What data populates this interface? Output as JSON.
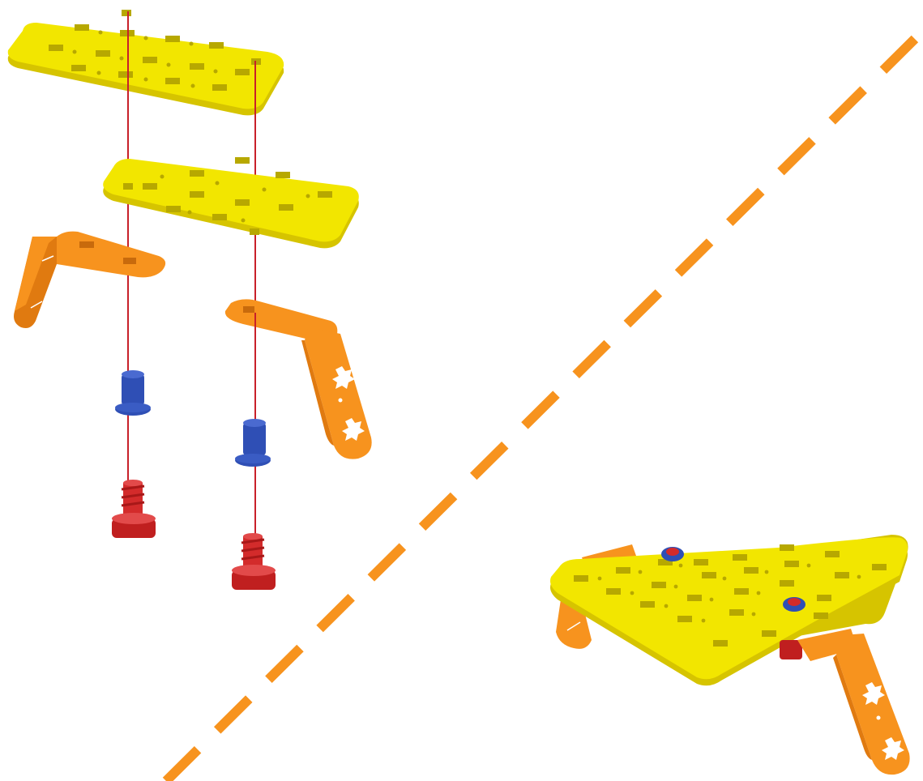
{
  "panels": {
    "exploded_view": {
      "parts": [
        {
          "kind": "plate",
          "color": "yellow"
        },
        {
          "kind": "plate",
          "color": "yellow"
        },
        {
          "kind": "angle-bracket",
          "color": "orange"
        },
        {
          "kind": "angle-bracket",
          "color": "orange"
        },
        {
          "kind": "spacer-bushing",
          "color": "blue"
        },
        {
          "kind": "spacer-bushing",
          "color": "blue"
        },
        {
          "kind": "screw",
          "color": "red"
        },
        {
          "kind": "screw",
          "color": "red"
        }
      ],
      "guide_lines": 2
    },
    "assembled_view": {
      "parts": [
        {
          "kind": "plate",
          "color": "yellow"
        },
        {
          "kind": "plate",
          "color": "yellow"
        },
        {
          "kind": "angle-bracket",
          "color": "orange"
        },
        {
          "kind": "angle-bracket",
          "color": "orange"
        }
      ]
    }
  },
  "divider": {
    "style": "dashed",
    "color": "#f7931e"
  },
  "colors": {
    "plate": "#f2e600",
    "plate_side": "#d6c400",
    "hole": "#b7a800",
    "bracket": "#f7931e",
    "bracket_dark": "#e07a10",
    "bushing": "#2f4fb5",
    "screw": "#d32b2b",
    "guide_line": "#c8202a"
  }
}
